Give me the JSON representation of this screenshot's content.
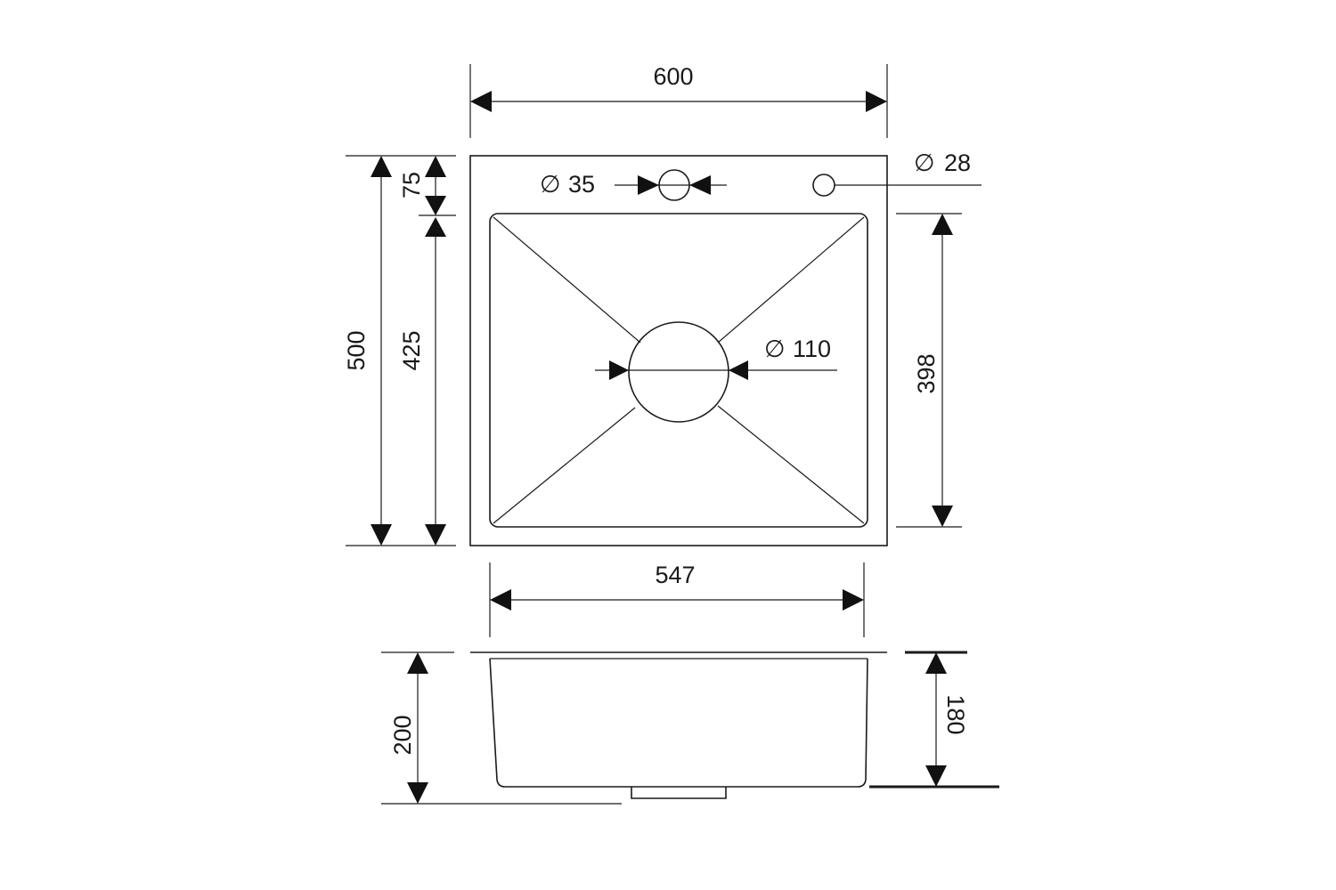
{
  "drawing": {
    "top_view": {
      "width_label": "600",
      "height_label": "500",
      "rim_label": "75",
      "bowl_height_label": "425",
      "bowl_inner_height_label": "398",
      "bowl_width_label": "547",
      "tap_hole_label": "35",
      "accessory_hole_label": "28",
      "drain_label": "110"
    },
    "side_view": {
      "total_depth_label": "200",
      "bowl_depth_label": "180"
    },
    "diameter_symbol": "∅"
  }
}
